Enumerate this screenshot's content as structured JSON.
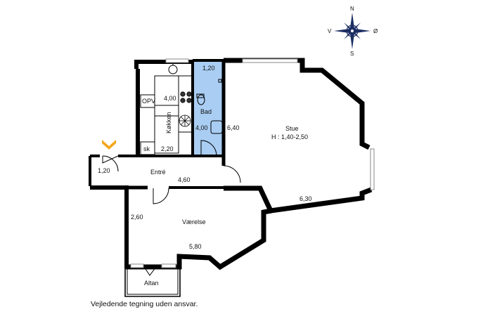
{
  "compass": {
    "north": "N",
    "south": "S",
    "east": "Ø",
    "west": "V",
    "icon": "compass-rose-icon"
  },
  "entry_marker": {
    "icon": "entrance-chevron-icon",
    "color": "#f3a71d"
  },
  "colors": {
    "wall": "#000000",
    "bathroom_fill": "#a9cdf3",
    "window": "#bfbfbf"
  },
  "rooms": {
    "koekken": {
      "name": "Køkken",
      "length": "4,00",
      "width": "2,20",
      "opv": "OPV",
      "sk": "sk"
    },
    "bad": {
      "name": "Bad",
      "top": "1,20",
      "side": "4,00"
    },
    "stue": {
      "name": "Stue",
      "height": "H : 1,40-2,50",
      "width": "6,30",
      "side": "6,40"
    },
    "entre": {
      "name": "Entré",
      "length": "4,60",
      "depth": "1,20"
    },
    "vaerelse": {
      "name": "Værelse",
      "width": "5,80",
      "depth": "2,60"
    },
    "altan": {
      "name": "Altan"
    }
  },
  "disclaimer": "Vejledende tegning uden ansvar."
}
